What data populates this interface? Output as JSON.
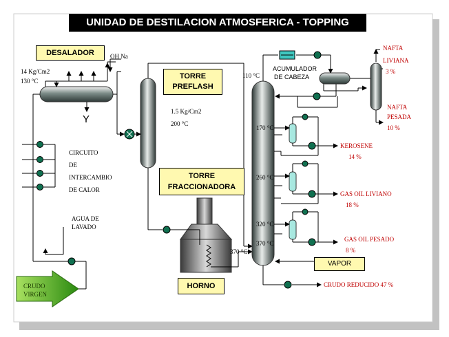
{
  "title": "UNIDAD DE DESTILACION ATMOSFERICA - TOPPING",
  "boxes": {
    "desalador": "DESALADOR",
    "torre_preflash_1": "TORRE",
    "torre_preflash_2": "PREFLASH",
    "torre_frac_1": "TORRE",
    "torre_frac_2": "FRACCIONADORA",
    "horno": "HORNO",
    "vapor": "VAPOR"
  },
  "labels": {
    "ohna": "OH Na",
    "presion_desalador": "14 Kg/Cm2",
    "temp_desalador": "130 °C",
    "y_symbol": "Y",
    "circuito_1": "CIRCUITO",
    "circuito_2": "DE",
    "circuito_3": "INTERCAMBIO",
    "circuito_4": "DE CALOR",
    "agua_1": "AGUA DE",
    "agua_2": "LAVADO",
    "crudo_1": "CRUDO",
    "crudo_2": "VIRGEN",
    "presion_preflash": "1.5 Kg/Cm2",
    "temp_preflash": "200 °C",
    "temp_110": "110 °C",
    "acumulador_1": "ACUMULADOR",
    "acumulador_2": "DE  CABEZA",
    "temp_170": "170 °C",
    "temp_260": "260 °C",
    "temp_320": "320 °C",
    "temp_370_col": "370 °C",
    "temp_370_horno": "370 °C"
  },
  "products": {
    "nafta_liviana_1": "NAFTA",
    "nafta_liviana_2": "LIVIANA",
    "nafta_liviana_pct": "3 %",
    "nafta_pesada_1": "NAFTA",
    "nafta_pesada_2": "PESADA",
    "nafta_pesada_pct": "10 %",
    "kerosene": "KEROSENE",
    "kerosene_pct": "14 %",
    "gasoil_liviano": "GAS OIL LIVIANO",
    "gasoil_liviano_pct": "18 %",
    "gasoil_pesado": "GAS OIL PESADO",
    "gasoil_pesado_pct": "8 %",
    "crudo_reducido": "CRUDO REDUCIDO 47 %"
  },
  "colors": {
    "product_text": "#c00000",
    "label_box": "#fff9b0",
    "crudo_arrow": "#3aa020",
    "valve": "#107050",
    "line": "#000000"
  }
}
